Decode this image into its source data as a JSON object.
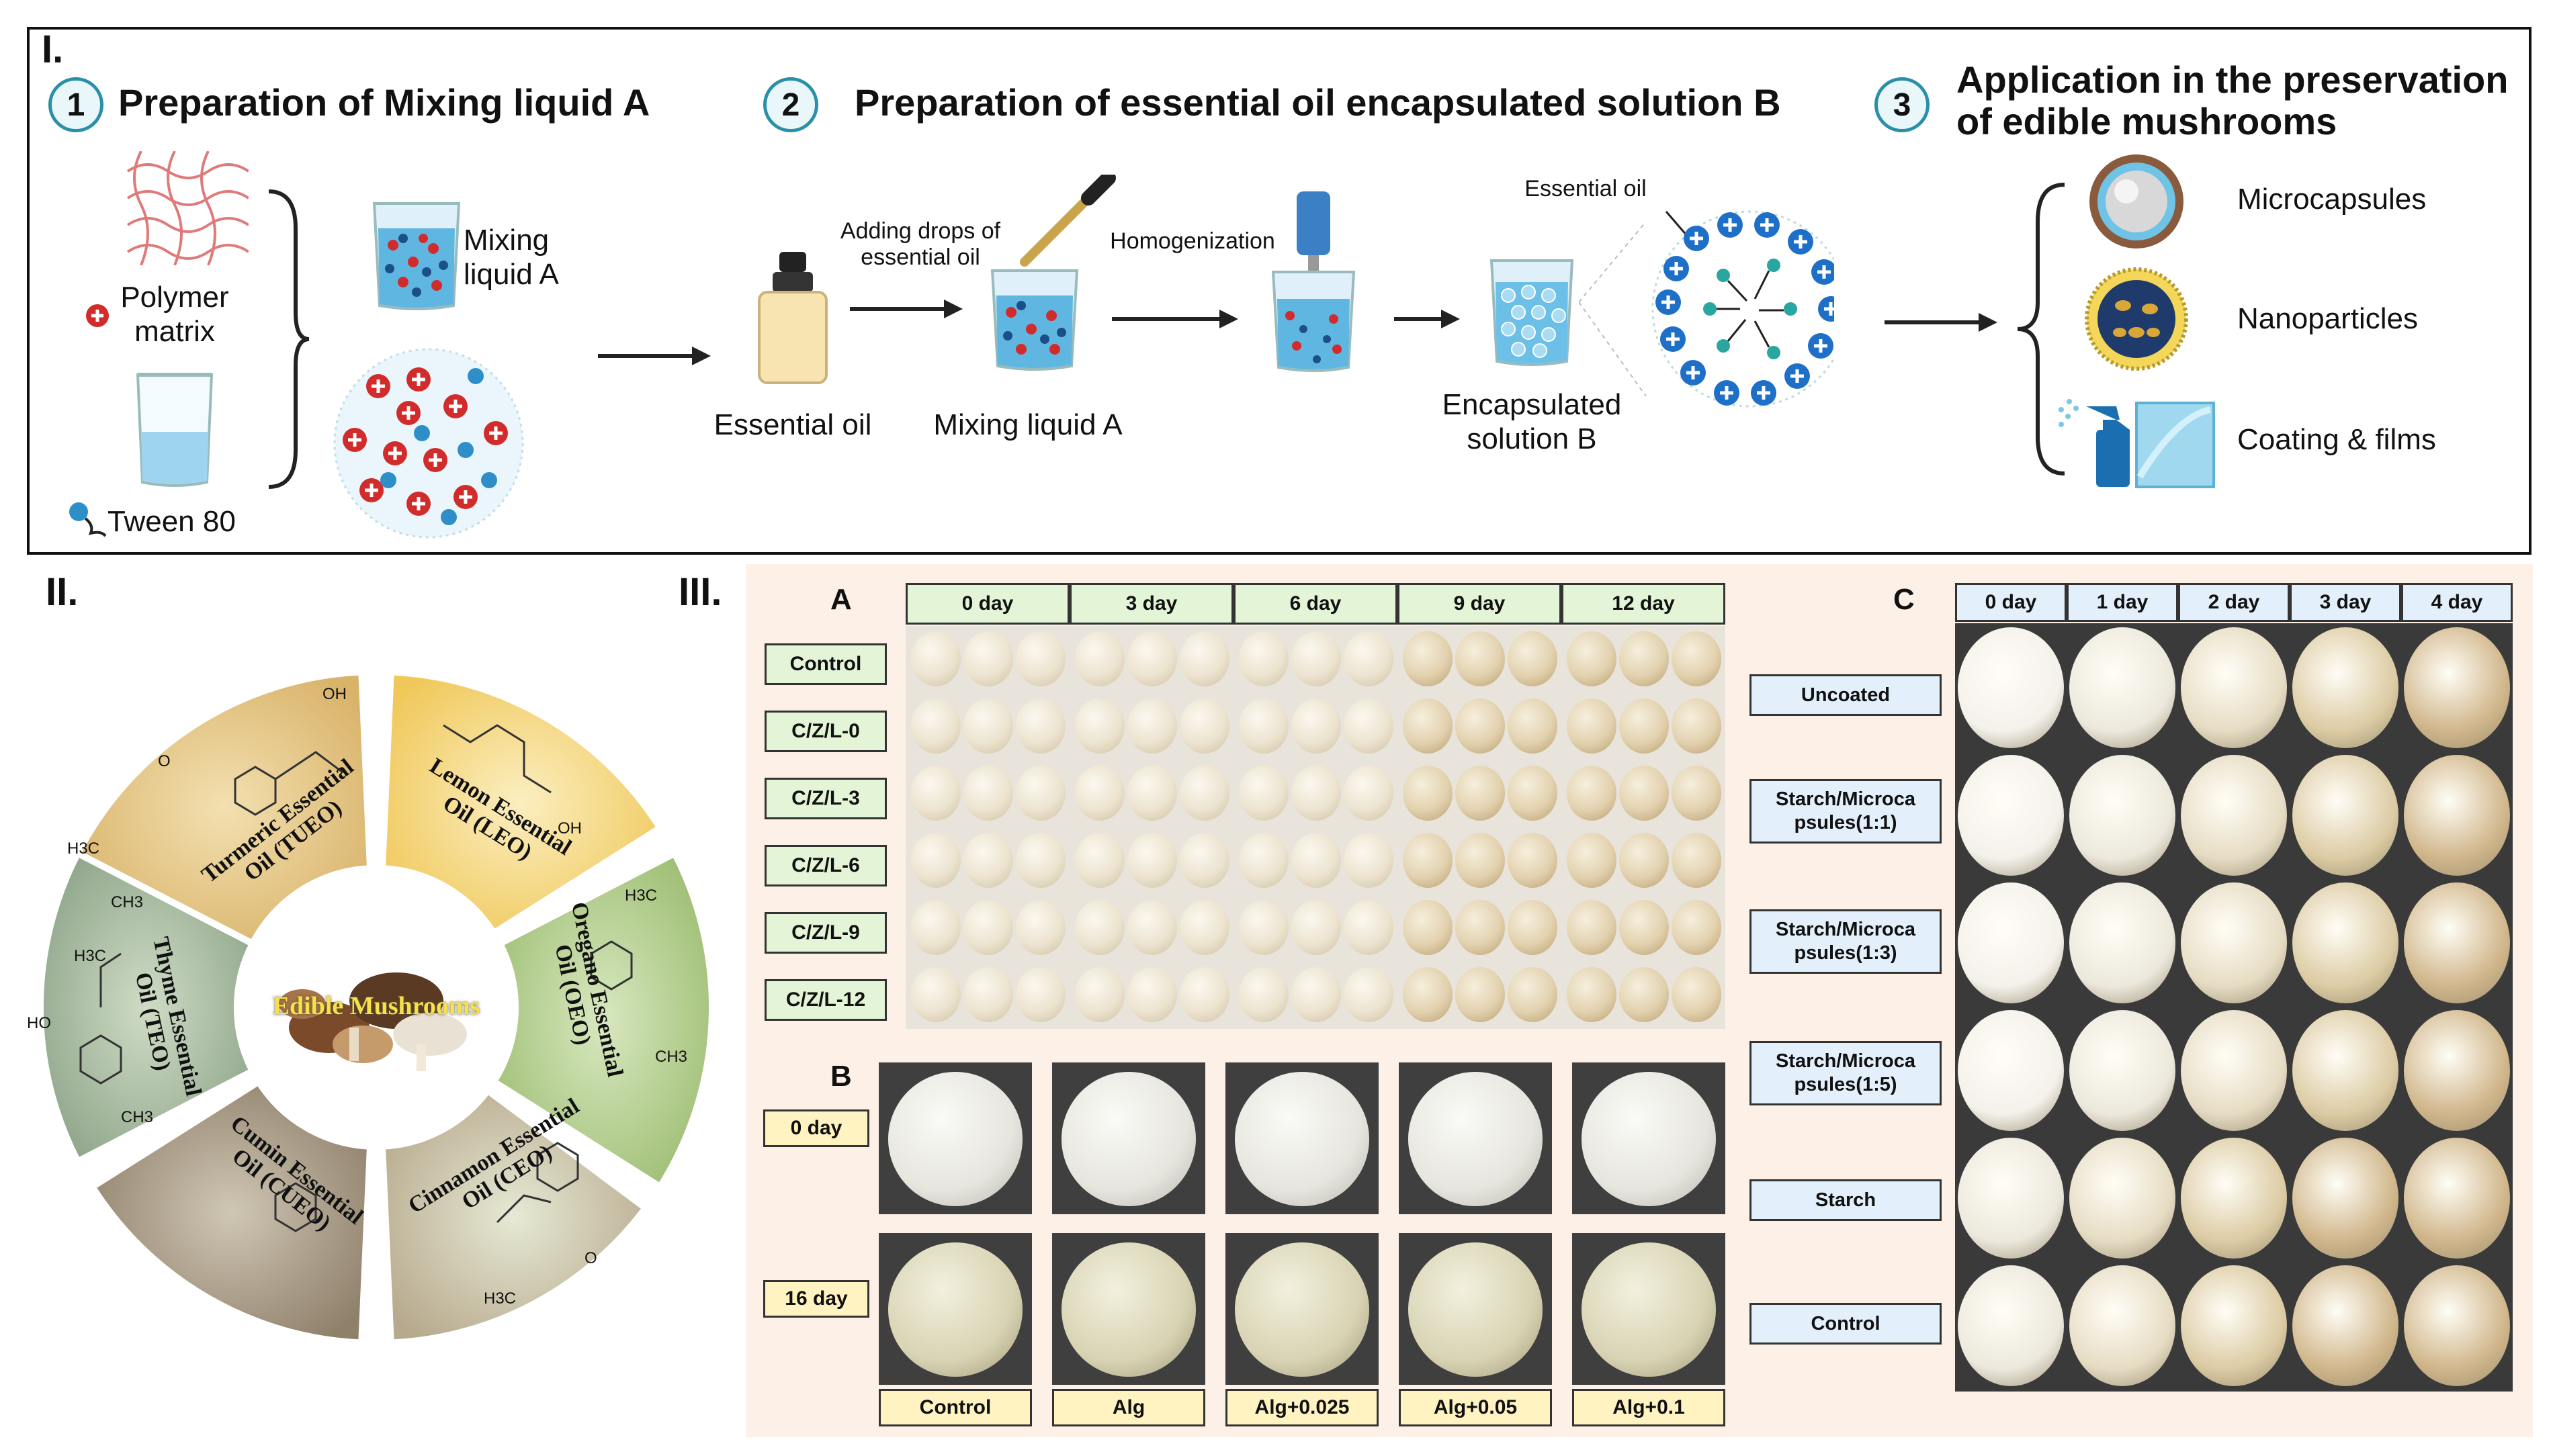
{
  "panel_i": {
    "label": "I.",
    "step1": {
      "num": "1",
      "title": "Preparation of Mixing liquid A"
    },
    "step2": {
      "num": "2",
      "title": "Preparation of essential oil encapsulated solution B"
    },
    "step3": {
      "num": "3",
      "title_line1": "Application in the preservation",
      "title_line2": "of edible mushrooms"
    },
    "polymer_label_line1": "Polymer",
    "polymer_label_line2": "matrix",
    "tween_label": "Tween 80",
    "mixing_label_line1": "Mixing",
    "mixing_label_line2": "liquid A",
    "essential_oil_label": "Essential oil",
    "adding_drops_line1": "Adding drops of",
    "adding_drops_line2": "essential oil",
    "mixing_liquid_a_label": "Mixing liquid A",
    "homogenization_label": "Homogenization",
    "encapsulated_line1": "Encapsulated",
    "encapsulated_line2": "solution B",
    "essential_oil_callout": "Essential oil",
    "applications": [
      "Microcapsules",
      "Nanoparticles",
      "Coating & films"
    ]
  },
  "panel_ii": {
    "label": "II.",
    "center_label": "Edible Mushrooms",
    "segments": [
      {
        "name": "Turmeric Essential Oil (TUEO)",
        "line1": "Turmeric Essential",
        "line2": "Oil (TUEO)"
      },
      {
        "name": "Lemon Essential Oil (LEO)",
        "line1": "Lemon Essential",
        "line2": "Oil (LEO)"
      },
      {
        "name": "Oregano Essential Oil (OEO)",
        "line1": "Oregano Essential",
        "line2": "Oil (OEO)"
      },
      {
        "name": "Cinnamon Essential Oil (CEO)",
        "line1": "Cinnamon Essential",
        "line2": "Oil (CEO)"
      },
      {
        "name": "Cumin Essential Oil (CUEO)",
        "line1": "Cumin Essential",
        "line2": "Oil (CUEO)"
      },
      {
        "name": "Thyme Essential Oil (TEO)",
        "line1": "Thyme Essential",
        "line2": "Oil (TEO)"
      }
    ],
    "chem_labels": [
      "OH",
      "O",
      "H3C",
      "CH3",
      "OH",
      "H3C",
      "CH3",
      "HO",
      "H3C",
      "CH3",
      "O",
      "H3C"
    ]
  },
  "panel_iii": {
    "label": "III.",
    "A": {
      "label": "A",
      "days": [
        "0 day",
        "3 day",
        "6 day",
        "9 day",
        "12 day"
      ],
      "groups": [
        "Control",
        "C/Z/L-0",
        "C/Z/L-3",
        "C/Z/L-6",
        "C/Z/L-9",
        "C/Z/L-12"
      ]
    },
    "B": {
      "label": "B",
      "days": [
        "0 day",
        "16 day"
      ],
      "treatments": [
        "Control",
        "Alg",
        "Alg+0.025",
        "Alg+0.05",
        "Alg+0.1"
      ]
    },
    "C": {
      "label": "C",
      "days": [
        "0 day",
        "1 day",
        "2 day",
        "3 day",
        "4 day"
      ],
      "groups": [
        {
          "line1": "Uncoated",
          "line2": ""
        },
        {
          "line1": "Starch/Microca",
          "line2": "psules(1:1)"
        },
        {
          "line1": "Starch/Microca",
          "line2": "psules(1:3)"
        },
        {
          "line1": "Starch/Microca",
          "line2": "psules(1:5)"
        },
        {
          "line1": "Starch",
          "line2": ""
        },
        {
          "line1": "Control",
          "line2": ""
        }
      ]
    }
  },
  "colors": {
    "accent": "#2a8fa8",
    "polymer_red": "#d22b2b",
    "panel_bg": "#fdf1e7"
  }
}
